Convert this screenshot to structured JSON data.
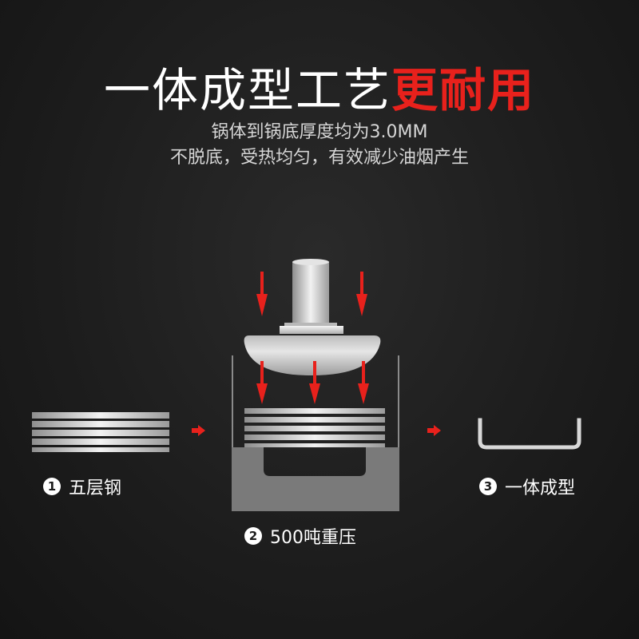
{
  "title": {
    "main": "一体成型工艺",
    "highlight": "更耐用"
  },
  "subtitle": {
    "line1": "锅体到锅底厚度均为3.0MM",
    "line2": "不脱底，受热均匀，有效减少油烟产生"
  },
  "steps": [
    {
      "num": "1",
      "label": "五层钢"
    },
    {
      "num": "2",
      "label": "500吨重压"
    },
    {
      "num": "3",
      "label": "一体成型"
    }
  ],
  "colors": {
    "accent": "#e8211c",
    "background": "#1c1c1c",
    "steel": "#c8c8c8"
  },
  "icons": [
    "arrow-down-icon",
    "arrow-right-icon"
  ]
}
